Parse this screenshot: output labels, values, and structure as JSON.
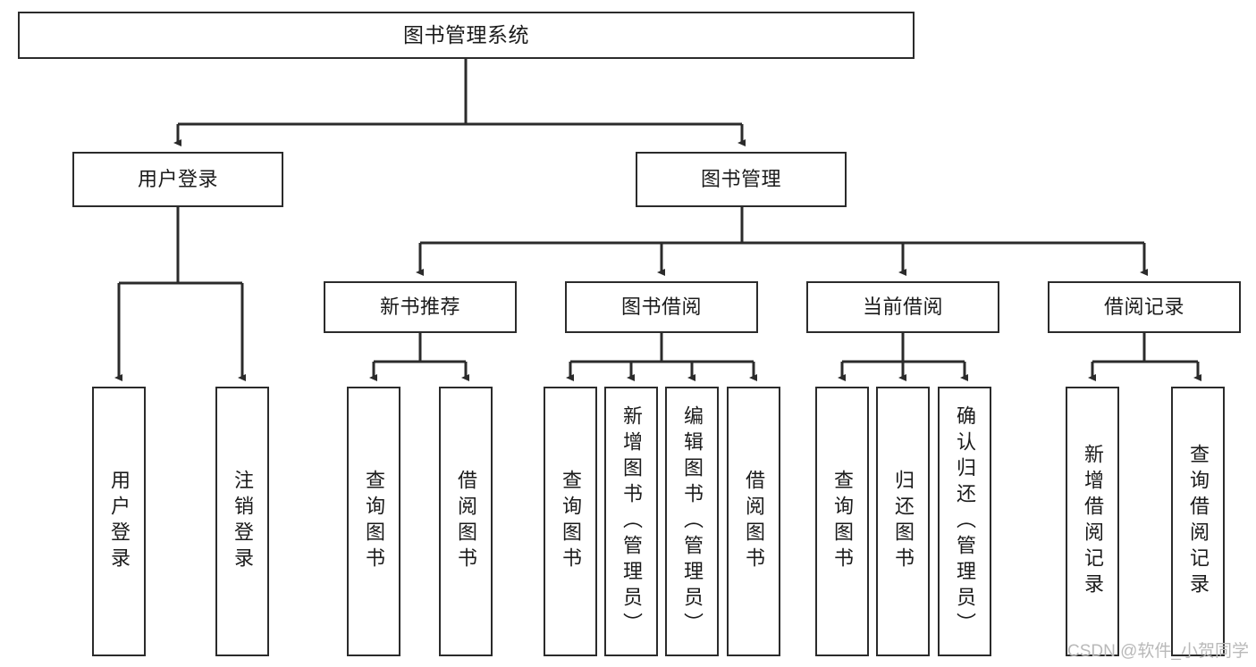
{
  "diagram": {
    "type": "tree",
    "title": "图书管理系统",
    "root": {
      "label": "图书管理系统"
    },
    "level2": [
      {
        "label": "用户登录"
      },
      {
        "label": "图书管理"
      }
    ],
    "level3": [
      {
        "label": "新书推荐"
      },
      {
        "label": "图书借阅"
      },
      {
        "label": "当前借阅"
      },
      {
        "label": "借阅记录"
      }
    ],
    "leaves": {
      "user_login": [
        {
          "label": "用户登录"
        },
        {
          "label": "注销登录"
        }
      ],
      "new_book": [
        {
          "label": "查询图书"
        },
        {
          "label": "借阅图书"
        }
      ],
      "book_borrow": [
        {
          "label": "查询图书"
        },
        {
          "label": "新增图书（管理员）"
        },
        {
          "label": "编辑图书（管理员）"
        },
        {
          "label": "借阅图书"
        }
      ],
      "current_borrow": [
        {
          "label": "查询图书"
        },
        {
          "label": "归还图书"
        },
        {
          "label": "确认归还（管理员）"
        }
      ],
      "borrow_record": [
        {
          "label": "新增借阅记录"
        },
        {
          "label": "查询借阅记录"
        }
      ]
    }
  },
  "watermark": {
    "text": "CSDN @软件_小贺同学"
  },
  "colors": {
    "stroke": "#2b2b2b",
    "fill": "#ffffff",
    "text": "#1b1b1b",
    "watermark": "#b9b9b9"
  }
}
